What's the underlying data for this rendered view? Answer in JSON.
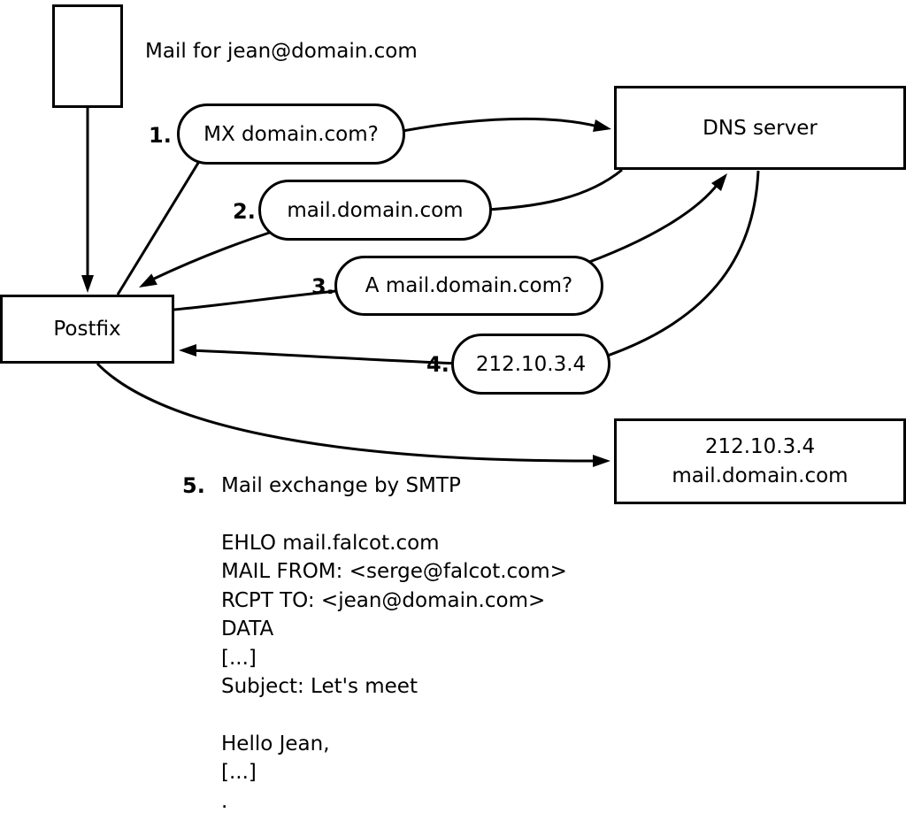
{
  "labels": {
    "mail_for": "Mail for jean@domain.com"
  },
  "boxes": {
    "postfix": "Postfix",
    "dns_server": "DNS server",
    "target": {
      "line1": "212.10.3.4",
      "line2": "mail.domain.com"
    }
  },
  "steps": [
    {
      "num": "1.",
      "label": "MX domain.com?"
    },
    {
      "num": "2.",
      "label": "mail.domain.com"
    },
    {
      "num": "3.",
      "label": "A mail.domain.com?"
    },
    {
      "num": "4.",
      "label": "212.10.3.4"
    },
    {
      "num": "5.",
      "label": "Mail exchange by SMTP"
    }
  ],
  "smtp": {
    "lines": [
      "EHLO mail.falcot.com",
      "MAIL FROM: <serge@falcot.com>",
      "RCPT TO: <jean@domain.com>",
      "DATA",
      "[...]",
      "Subject: Let's meet",
      "",
      "Hello Jean,",
      "[...]",
      "."
    ]
  }
}
